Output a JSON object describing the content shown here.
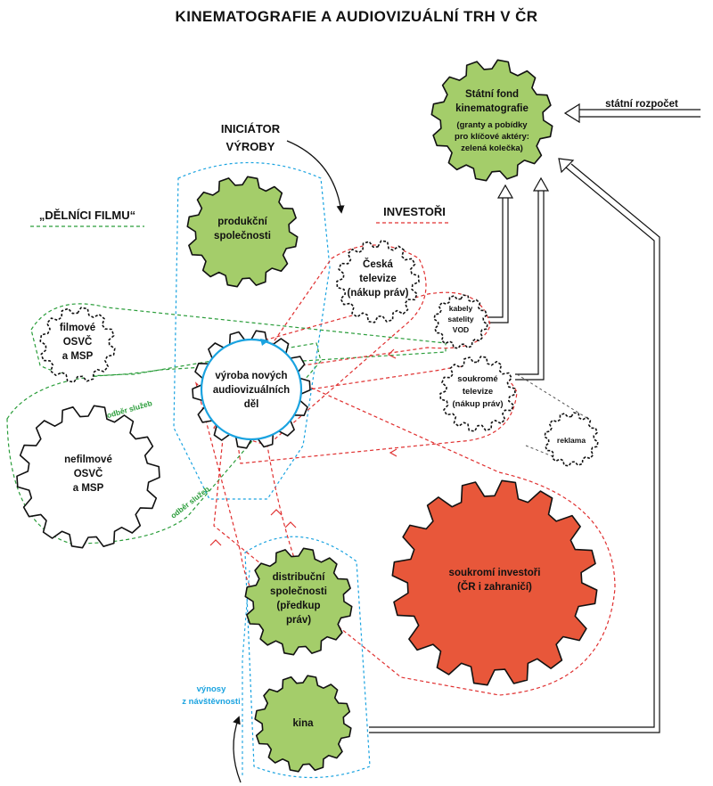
{
  "title": "KINEMATOGRAFIE A AUDIOVIZUÁLNÍ TRH V ČR",
  "headings": {
    "initiator": [
      "INICIÁTOR",
      "VÝROBY"
    ],
    "workers": "„DĚLNÍCI FILMU“",
    "investors": "INVESTOŘI",
    "state_budget": "státní rozpočet"
  },
  "nodes": {
    "fund": [
      "Státní fond",
      "kinematografie",
      "(granty a pobídky",
      "pro klíčové aktéry:",
      "zelená kolečka)"
    ],
    "producers": [
      "produkční",
      "společnosti"
    ],
    "production": [
      "výroba nových",
      "audiovizuálních",
      "děl"
    ],
    "czech_tv": [
      "Česká",
      "televize",
      "(nákup práv)"
    ],
    "cable": [
      "kabely",
      "satelity",
      "VOD"
    ],
    "private_tv": [
      "soukromé",
      "televize",
      "(nákup práv)"
    ],
    "ads": [
      "reklama"
    ],
    "film_freelancers": [
      "filmové",
      "OSVČ",
      "a MSP"
    ],
    "nonfilm_freelancers": [
      "nefilmové",
      "OSVČ",
      "a MSP"
    ],
    "distributors": [
      "distribuční",
      "společnosti",
      "(předkup",
      "práv)"
    ],
    "private_investors": [
      "soukromí investoři",
      "(ČR i zahraničí)"
    ],
    "cinemas": [
      "kina"
    ]
  },
  "edge_labels": {
    "services_1": "odběr služeb",
    "services_2": "odběr služeb",
    "box_office": [
      "výnosy",
      "z návštěvnosti"
    ]
  },
  "colors": {
    "green_fill": "#a4cd6a",
    "red_fill": "#e8573a",
    "red_line": "#e03030",
    "green_line": "#2a9d3a",
    "blue_line": "#1aa3e0"
  }
}
